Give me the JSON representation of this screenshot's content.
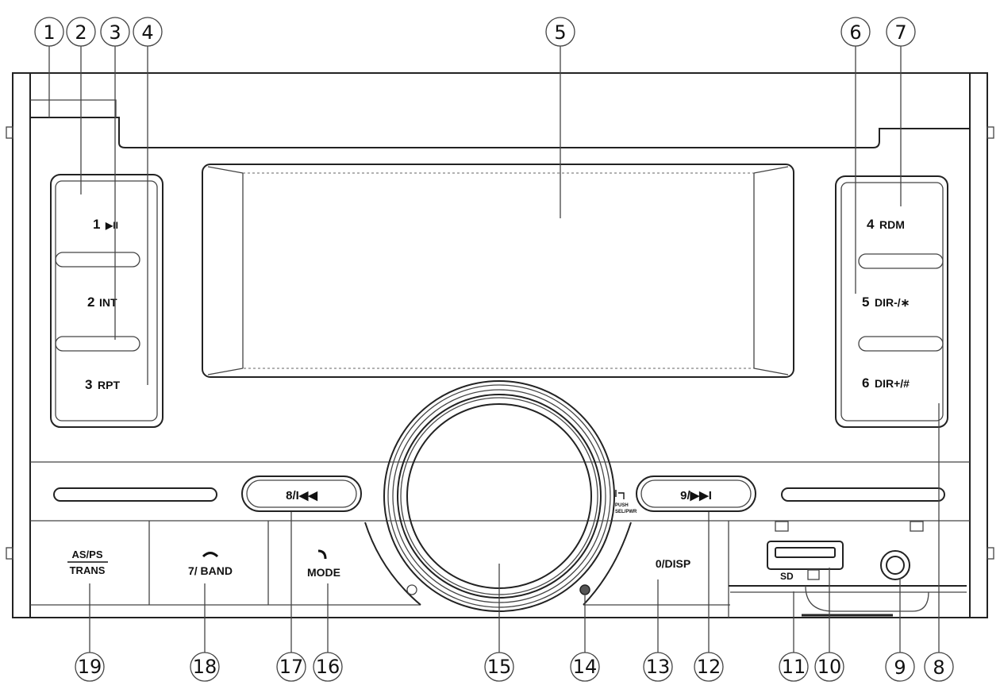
{
  "callouts": [
    "1",
    "2",
    "3",
    "4",
    "5",
    "6",
    "7",
    "8",
    "9",
    "10",
    "11",
    "12",
    "13",
    "14",
    "15",
    "16",
    "17",
    "18",
    "19"
  ],
  "left_buttons": {
    "b1": {
      "num": "1",
      "sym": "▶II"
    },
    "b2": {
      "num": "2",
      "sym": "INT"
    },
    "b3": {
      "num": "3",
      "sym": "RPT"
    }
  },
  "right_buttons": {
    "b4": {
      "num": "4",
      "sym": "RDM"
    },
    "b5": {
      "num": "5",
      "sym": "DIR-/∗"
    },
    "b6": {
      "num": "6",
      "sym": "DIR+/#"
    }
  },
  "seek": {
    "prev": "8/I◀◀",
    "next": "9/▶▶I"
  },
  "knob_text": {
    "push": "PUSH",
    "selpwr": "SEL/PWR"
  },
  "bottom": {
    "asps": "AS/PS",
    "trans": "TRANS",
    "band": "7/ BAND",
    "mode": "MODE",
    "disp": "0/DISP",
    "sd": "SD"
  }
}
